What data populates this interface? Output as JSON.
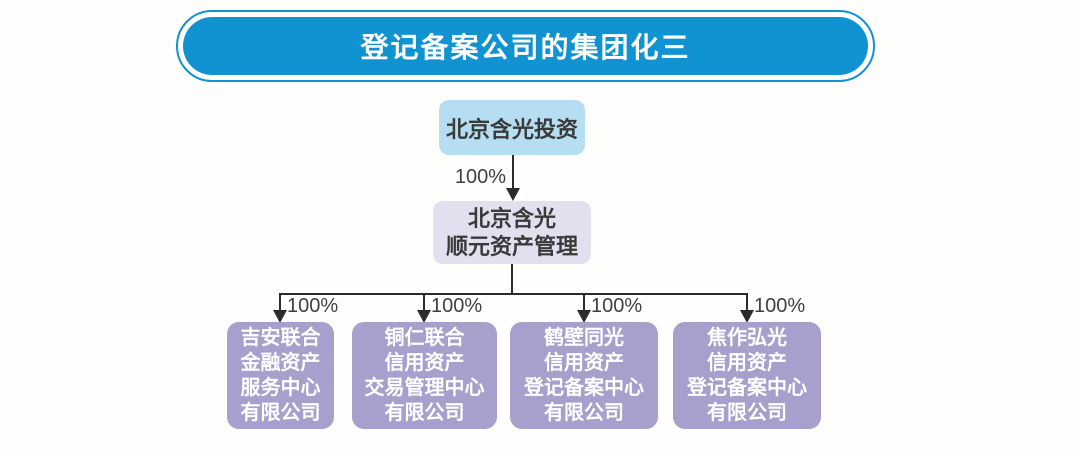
{
  "title": {
    "text": "登记备案公司的集团化三"
  },
  "org": {
    "root": {
      "label": "北京含光投资"
    },
    "root_edge": {
      "ownership": "100%"
    },
    "parent": {
      "lines": [
        "北京含光",
        "顺元资产管理"
      ]
    },
    "children": [
      {
        "ownership": "100%",
        "lines": [
          "吉安联合",
          "金融资产",
          "服务中心",
          "有限公司"
        ]
      },
      {
        "ownership": "100%",
        "lines": [
          "铜仁联合",
          "信用资产",
          "交易管理中心",
          "有限公司"
        ]
      },
      {
        "ownership": "100%",
        "lines": [
          "鹤壁同光",
          "信用资产",
          "登记备案中心",
          "有限公司"
        ]
      },
      {
        "ownership": "100%",
        "lines": [
          "焦作弘光",
          "信用资产",
          "登记备案中心",
          "有限公司"
        ]
      }
    ]
  },
  "colors": {
    "banner_fill": "#1193d2",
    "banner_text": "#ffffff",
    "root_box_fill": "#b6def2",
    "parent_box_fill": "#e2dfee",
    "child_box_fill": "#a7a0cd",
    "child_box_text": "#ffffff",
    "connector_line": "#2b2b2b",
    "dark_text": "#3a3a3a"
  }
}
